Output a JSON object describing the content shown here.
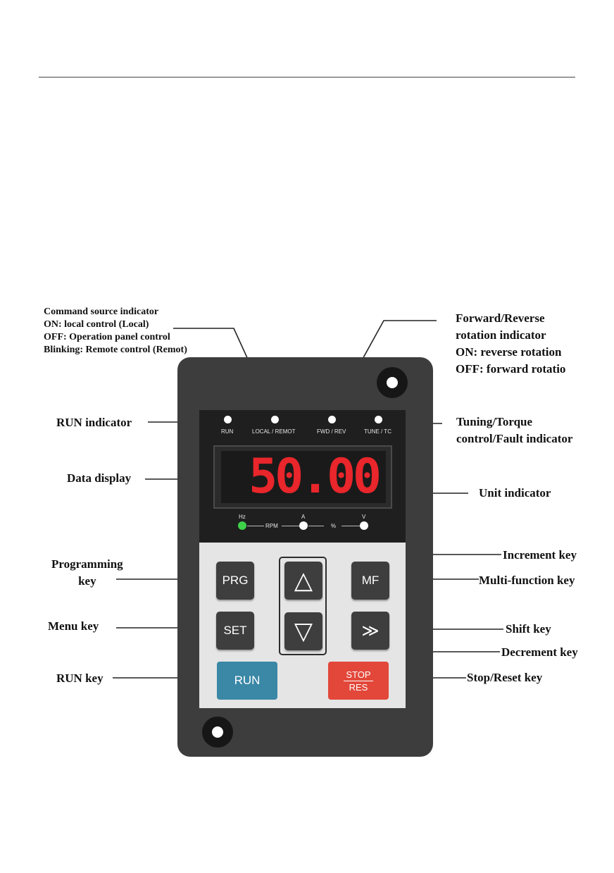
{
  "labels": {
    "command_source": [
      "Command source indicator",
      "ON: local control (Local)",
      "OFF: Operation panel control",
      "Blinking: Remote control (Remot)"
    ],
    "fwd_rev": [
      "Forward/Reverse",
      "rotation indicator",
      "ON: reverse rotation",
      "OFF: forward rotatio"
    ],
    "run_indicator": "RUN indicator",
    "tuning": [
      "Tuning/Torque",
      "control/Fault indicator"
    ],
    "data_display": "Data display",
    "unit_indicator": "Unit indicator",
    "increment_key": "Increment key",
    "programming_key": [
      "Programming",
      "key"
    ],
    "multi_function_key": "Multi-function key",
    "menu_key": "Menu key",
    "shift_key": "Shift key",
    "decrement_key": "Decrement key",
    "run_key": "RUN key",
    "stop_reset_key": "Stop/Reset key"
  },
  "panel": {
    "leds": [
      "RUN",
      "LOCAL / REMOT",
      "FWD / REV",
      "TUNE / TC"
    ],
    "display_value": "50.00",
    "units": [
      "Hz",
      "RPM",
      "A",
      "%",
      "V"
    ],
    "keys": {
      "prg": "PRG",
      "set": "SET",
      "mf": "MF",
      "shift": "≫",
      "up": "△",
      "down": "▽",
      "run": "RUN",
      "stop": "STOP",
      "reset": "RES"
    }
  },
  "colors": {
    "device_body": "#3d3d3e",
    "display_digits": "#e8262b",
    "hz_led": "#3ed14a",
    "run_key": "#3a87a6",
    "stop_key": "#e2473a"
  }
}
